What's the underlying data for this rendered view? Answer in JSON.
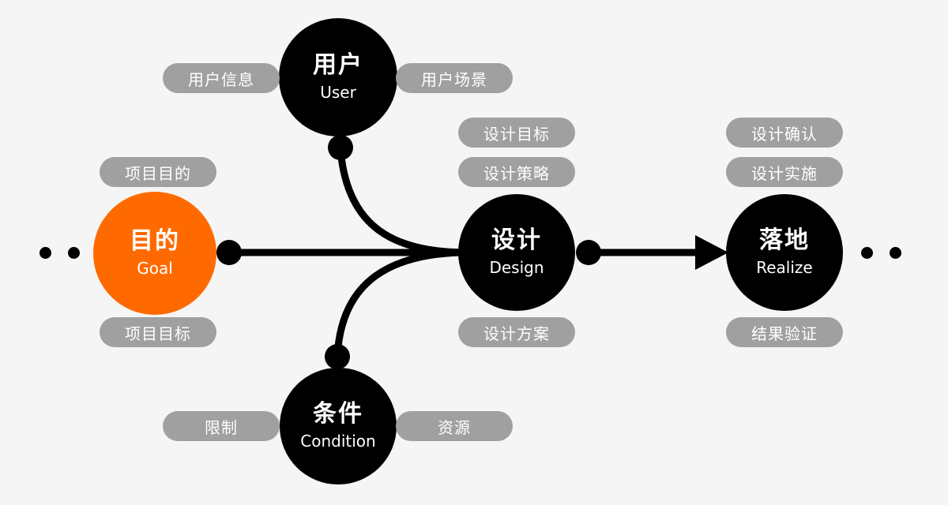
{
  "colors": {
    "background": "#f5f5f5",
    "node": "#000000",
    "goal_node": "#ff6a00",
    "pill": "#a0a0a0",
    "pill_text": "#ffffff",
    "connector": "#000000"
  },
  "nodes": {
    "goal": {
      "zh": "目的",
      "en": "Goal"
    },
    "user": {
      "zh": "用户",
      "en": "User"
    },
    "design": {
      "zh": "设计",
      "en": "Design"
    },
    "condition": {
      "zh": "条件",
      "en": "Condition"
    },
    "realize": {
      "zh": "落地",
      "en": "Realize"
    }
  },
  "tags": {
    "goal_top": "项目目的",
    "goal_bottom": "项目目标",
    "user_left": "用户信息",
    "user_right": "用户场景",
    "condition_left": "限制",
    "condition_right": "资源",
    "design_top_1": "设计目标",
    "design_top_2": "设计策略",
    "design_bottom": "设计方案",
    "realize_top_1": "设计确认",
    "realize_top_2": "设计实施",
    "realize_bottom": "结果验证"
  }
}
